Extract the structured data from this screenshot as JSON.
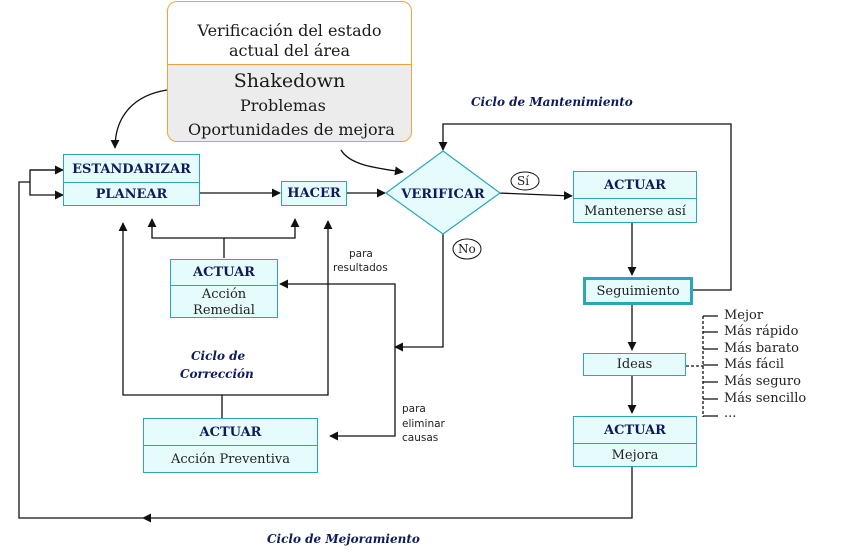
{
  "top_box": {
    "line1": "Verificación del estado",
    "line2": "actual del área",
    "title": "Shakedown",
    "item1": "Problemas",
    "item2": "Oportunidades de mejora"
  },
  "cycles": {
    "maintenance": "Ciclo de Mantenimiento",
    "correction_1": "Ciclo de",
    "correction_2": "Corrección",
    "improvement": "Ciclo de Mejoramiento"
  },
  "standardize": {
    "label": "ESTANDARIZAR"
  },
  "plan": {
    "label": "PLANEAR"
  },
  "do": {
    "label": "HACER"
  },
  "verify": {
    "label": "VERIFICAR"
  },
  "answers": {
    "yes": "Sí",
    "no": "No"
  },
  "act_maintain": {
    "header": "ACTUAR",
    "text": "Mantenerse así"
  },
  "follow_up": {
    "label": "Seguimiento"
  },
  "ideas": {
    "label": "Ideas"
  },
  "act_improve": {
    "header": "ACTUAR",
    "text": "Mejora"
  },
  "act_remedial": {
    "header": "ACTUAR",
    "line1": "Acción",
    "line2": "Remedial"
  },
  "act_preventive": {
    "header": "ACTUAR",
    "text": "Acción Preventiva"
  },
  "notes": {
    "results_1": "para",
    "results_2": "resultados",
    "causes_1": "para",
    "causes_2": "eliminar",
    "causes_3": "causas"
  },
  "ideas_list": [
    "Mejor",
    "Más rápido",
    "Más barato",
    "Más fácil",
    "Más seguro",
    "Más sencillo",
    "..."
  ],
  "colors": {
    "box_border": "#2aa6b8",
    "box_fill": "#e6fbfb",
    "header_text": "#0d1b5c",
    "callout_border": "#f0a23a"
  }
}
